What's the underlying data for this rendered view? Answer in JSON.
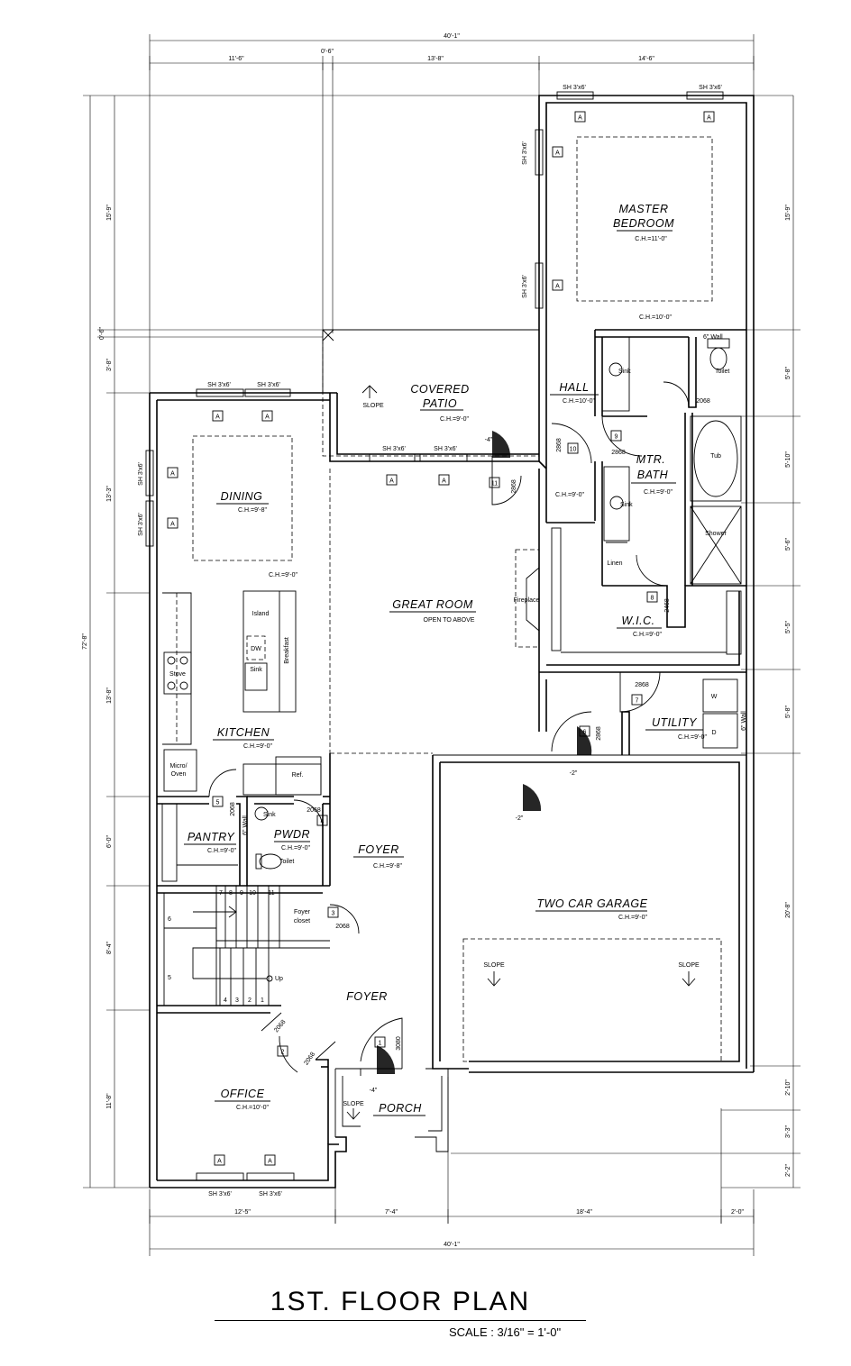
{
  "title": "1ST. FLOOR PLAN",
  "scale": "SCALE : 3/16\" = 1'-0\"",
  "dims_top": {
    "overall": "40'-1\"",
    "a": "11'-6\"",
    "b": "0'-6\"",
    "c": "13'-8\"",
    "d": "14'-6\""
  },
  "dims_bottom": {
    "a": "12'-5\"",
    "b": "7'-4\"",
    "c": "18'-4\"",
    "d": "2'-0\"",
    "overall": "40'-1\""
  },
  "dims_left": {
    "overall": "72'-8\"",
    "a": "15'-9\"",
    "b": "0'-6\"",
    "c": "3'-8\"",
    "d": "13'-3\"",
    "e": "13'-8\"",
    "f": "6'-0\"",
    "g": "8'-4\"",
    "h": "11'-8\""
  },
  "dims_right": {
    "a": "15'-9\"",
    "b": "5'-8\"",
    "c": "5'-10\"",
    "d": "5'-6\"",
    "e": "5'-5\"",
    "f": "5'-8\"",
    "g": "20'-8\"",
    "h": "2'-10\"",
    "i": "3'-3\"",
    "j": "2'-2\""
  },
  "rooms": {
    "master": {
      "l1": "MASTER",
      "l2": "BEDROOM",
      "ch": "C.H.=11'-0\"",
      "ch2": "C.H.=10'-0\""
    },
    "patio": {
      "l1": "COVERED",
      "l2": "PATIO",
      "ch": "C.H.=9'-0\"",
      "slope": "SLOPE"
    },
    "hall": {
      "name": "HALL",
      "ch": "C.H.=10'-0\""
    },
    "mbath": {
      "l1": "MTR.",
      "l2": "BATH",
      "ch": "C.H.=9'-0\""
    },
    "dining": {
      "name": "DINING",
      "ch": "C.H.=9'-8\""
    },
    "great": {
      "name": "GREAT ROOM",
      "sub": "OPEN TO ABOVE",
      "ch_left": "C.H.=9'-0\"",
      "ch_mid": "C.H.=9'-0\""
    },
    "wic": {
      "name": "W.I.C.",
      "ch": "C.H.=9'-0\""
    },
    "utility": {
      "name": "UTILITY",
      "ch": "C.H.=9'-0\""
    },
    "kitchen": {
      "name": "KITCHEN",
      "ch": "C.H.=9'-0\""
    },
    "pantry": {
      "name": "PANTRY",
      "ch": "C.H.=9'-0\""
    },
    "pwdr": {
      "name": "PWDR",
      "ch": "C.H.=9'-0\""
    },
    "foyer1": {
      "name": "FOYER",
      "ch": "C.H.=9'-8\""
    },
    "garage": {
      "name": "TWO CAR GARAGE",
      "ch": "C.H.=9'-0\"",
      "slope": "SLOPE"
    },
    "foyer2": {
      "name": "FOYER"
    },
    "office": {
      "name": "OFFICE",
      "ch": "C.H.=10'-0\""
    },
    "porch": {
      "name": "PORCH",
      "slope": "SLOPE"
    }
  },
  "fixtures": {
    "sink": "Sink",
    "toilet": "Toilet",
    "tub": "Tub",
    "shower": "Shower",
    "linen": "Linen",
    "fireplace": "Fireplace",
    "island": "Island",
    "breakfast": "Breakfast",
    "dw": "DW",
    "stove": "Stove",
    "micro1": "Micro/",
    "micro2": "Oven",
    "ref": "Ref.",
    "washer": "W",
    "dryer": "D",
    "wall6": "6\" Wall",
    "foyer_closet1": "Foyer",
    "foyer_closet2": "closet",
    "up": "Up"
  },
  "window_tag": "SH 3'x6'",
  "window_type": "A",
  "doors": {
    "d1": "1",
    "d2": "2",
    "d3": "3",
    "d4": "4",
    "d5": "5",
    "d6": "6",
    "d7": "7",
    "d8": "8",
    "d9": "9",
    "d10": "10",
    "d11": "11"
  },
  "door_sizes": {
    "s2068": "2068",
    "s2868": "2868",
    "s2468": "2468",
    "s3080": "3080"
  },
  "steps": [
    "1",
    "2",
    "3",
    "4",
    "5",
    "6",
    "7",
    "8",
    "9",
    "10",
    "11"
  ],
  "drops": {
    "m4": "-4\"",
    "m2": "-2\""
  }
}
